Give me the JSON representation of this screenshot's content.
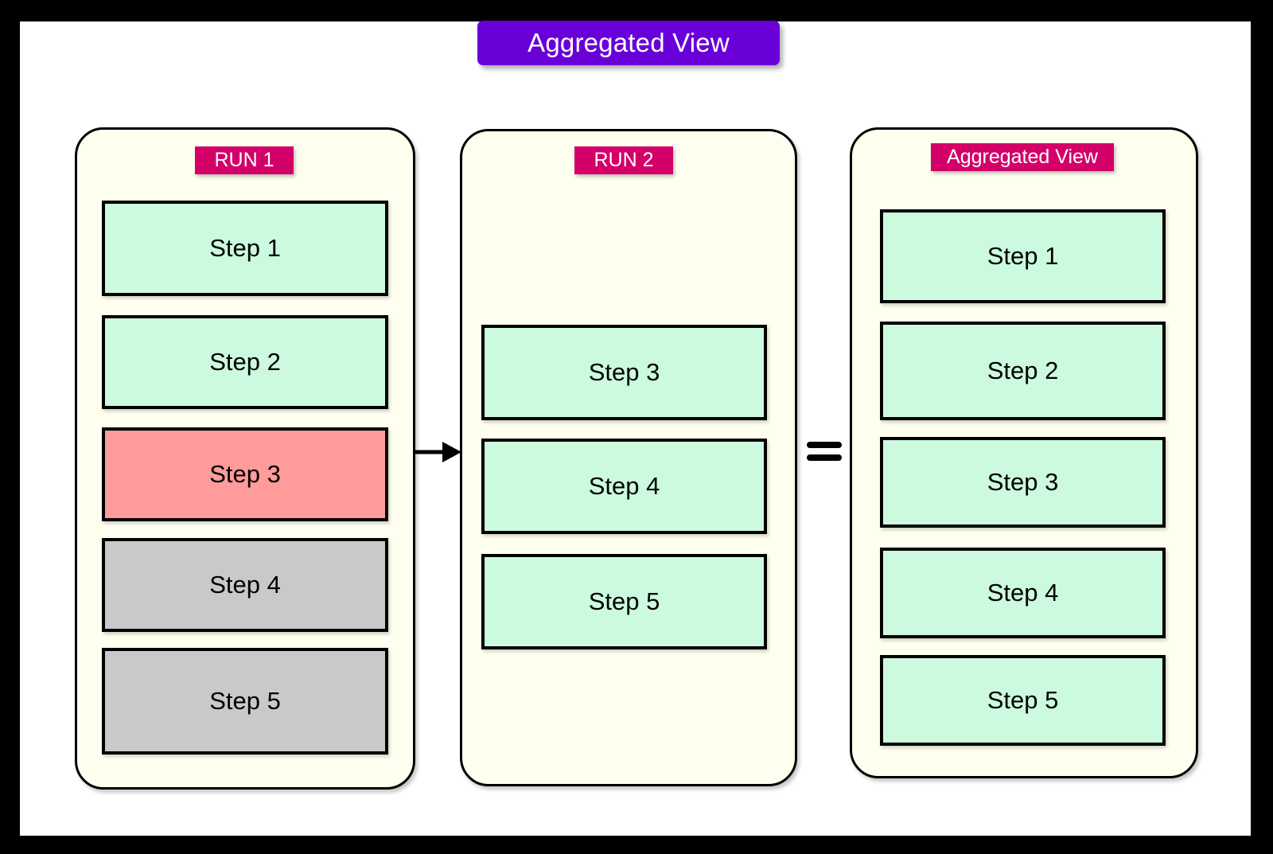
{
  "title_banner": {
    "label": "Aggregated View",
    "bg_color": "#6a00d8",
    "text_color": "#ffffff"
  },
  "colors": {
    "frame": "#000000",
    "canvas": "#ffffff",
    "panel_fill": "#fffff0",
    "panel_border": "#000000",
    "label_bg": "#d4006a",
    "step_mint": "#ccfade",
    "step_red": "#ff9b9b",
    "step_gray": "#c9c9c9",
    "accent_purple": "#6a00d8"
  },
  "panels": [
    {
      "id": "run1",
      "label": "RUN 1",
      "steps": [
        {
          "label": "Step 1",
          "state": "mint"
        },
        {
          "label": "Step 2",
          "state": "mint"
        },
        {
          "label": "Step 3",
          "state": "red"
        },
        {
          "label": "Step 4",
          "state": "gray"
        },
        {
          "label": "Step 5",
          "state": "gray"
        }
      ]
    },
    {
      "id": "run2",
      "label": "RUN 2",
      "steps": [
        {
          "label": "Step 3",
          "state": "mint"
        },
        {
          "label": "Step 4",
          "state": "mint"
        },
        {
          "label": "Step 5",
          "state": "mint"
        }
      ]
    },
    {
      "id": "aggregated",
      "label": "Aggregated View",
      "steps": [
        {
          "label": "Step 1",
          "state": "mint"
        },
        {
          "label": "Step 2",
          "state": "mint"
        },
        {
          "label": "Step 3",
          "state": "mint"
        },
        {
          "label": "Step 4",
          "state": "mint"
        },
        {
          "label": "Step 5",
          "state": "mint"
        }
      ]
    }
  ],
  "connectors": {
    "arrow": "arrow-right-icon",
    "equals": "equals-sign-icon"
  }
}
